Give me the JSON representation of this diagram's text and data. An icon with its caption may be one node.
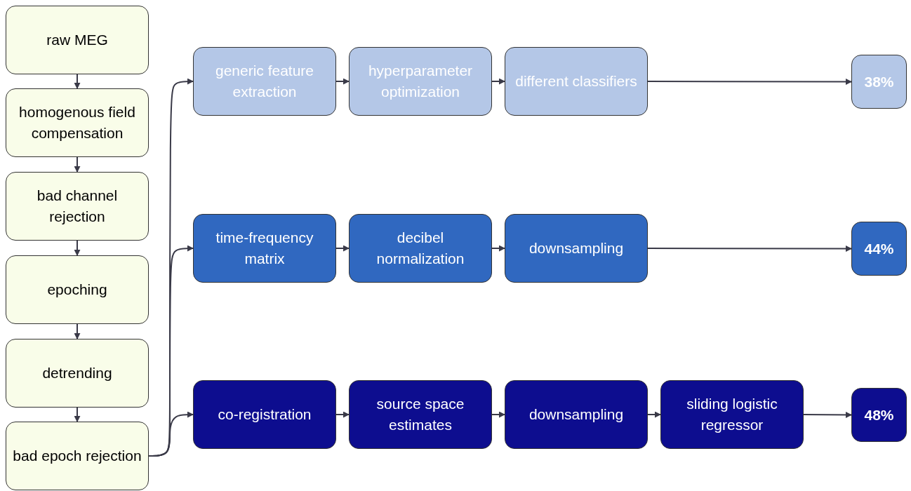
{
  "diagram": {
    "nodes": [
      {
        "text": [
          "raw MEG"
        ]
      },
      {
        "text": [
          "homogenous field compensation"
        ]
      },
      {
        "text": [
          "bad channel rejection"
        ]
      },
      {
        "text": [
          "epoching"
        ]
      },
      {
        "text": [
          "detrending"
        ]
      },
      {
        "text": [
          "bad epoch rejection"
        ]
      },
      {
        "text": [
          "generic feature extraction"
        ]
      },
      {
        "text": [
          "hyperparameter optimization"
        ]
      },
      {
        "text": [
          "different classifiers"
        ]
      },
      {
        "text": [
          "38%"
        ]
      },
      {
        "text": [
          "time-frequency matrix"
        ]
      },
      {
        "text": [
          "decibel normalization"
        ]
      },
      {
        "text": [
          "downsampling"
        ]
      },
      {
        "text": [
          "44%"
        ]
      },
      {
        "text": [
          "co-registration"
        ]
      },
      {
        "text": [
          "source space estimates"
        ]
      },
      {
        "text": [
          "downsampling"
        ]
      },
      {
        "text": [
          "sliding logistic regressor"
        ]
      },
      {
        "text": [
          "48%"
        ]
      }
    ],
    "edges": [
      {
        "from": 0,
        "to": 1,
        "arrow": "to"
      },
      {
        "from": 1,
        "to": 2,
        "arrow": "to"
      },
      {
        "from": 2,
        "to": 3,
        "arrow": "to"
      },
      {
        "from": 3,
        "to": 4,
        "arrow": "to"
      },
      {
        "from": 4,
        "to": 5,
        "arrow": "to"
      },
      {
        "from": 5,
        "to": 6,
        "arrow": "to"
      },
      {
        "from": 5,
        "to": 10,
        "arrow": "to"
      },
      {
        "from": 5,
        "to": 14,
        "arrow": "to"
      },
      {
        "from": 6,
        "to": 7,
        "arrow": "to"
      },
      {
        "from": 7,
        "to": 8,
        "arrow": "to"
      },
      {
        "from": 8,
        "to": 9,
        "arrow": "to"
      },
      {
        "from": 10,
        "to": 11,
        "arrow": "to"
      },
      {
        "from": 11,
        "to": 12,
        "arrow": "to"
      },
      {
        "from": 12,
        "to": 13,
        "arrow": "to"
      },
      {
        "from": 14,
        "to": 15,
        "arrow": "to"
      },
      {
        "from": 15,
        "to": 16,
        "arrow": "to"
      },
      {
        "from": 16,
        "to": 17,
        "arrow": "to"
      },
      {
        "from": 17,
        "to": 18,
        "arrow": "to"
      }
    ]
  }
}
